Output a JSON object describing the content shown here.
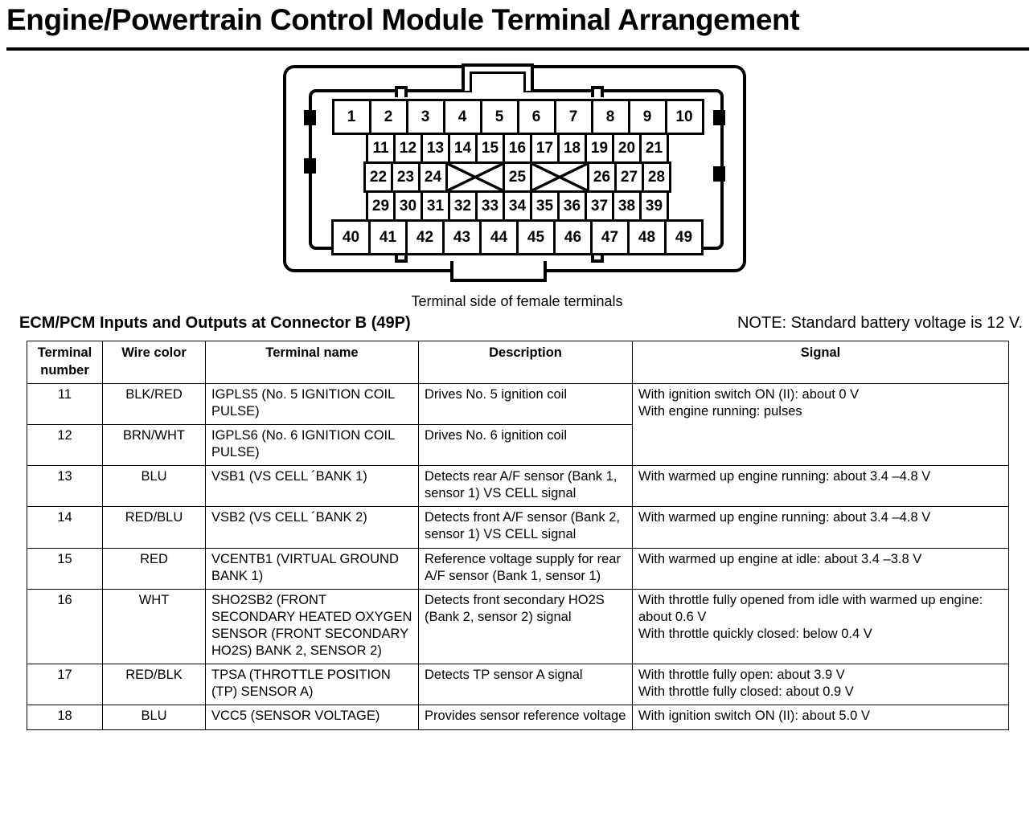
{
  "title": "Engine/Powertrain Control Module Terminal Arrangement",
  "diagram": {
    "caption": "Terminal side of female terminals",
    "rows": [
      {
        "id": "row-1",
        "pins": [
          "1",
          "2",
          "3",
          "4",
          "5",
          "6",
          "7",
          "8",
          "9",
          "10"
        ]
      },
      {
        "id": "row-2",
        "pins": [
          "11",
          "12",
          "13",
          "14",
          "15",
          "16",
          "17",
          "18",
          "19",
          "20",
          "21"
        ]
      },
      {
        "id": "row-3",
        "pins": [
          "22",
          "23",
          "24",
          "X",
          "25",
          "X",
          "26",
          "27",
          "28"
        ]
      },
      {
        "id": "row-4",
        "pins": [
          "29",
          "30",
          "31",
          "32",
          "33",
          "34",
          "35",
          "36",
          "37",
          "38",
          "39"
        ]
      },
      {
        "id": "row-5",
        "pins": [
          "40",
          "41",
          "42",
          "43",
          "44",
          "45",
          "46",
          "47",
          "48",
          "49"
        ]
      }
    ]
  },
  "section": {
    "heading": "ECM/PCM Inputs and Outputs at Connector B (49P)",
    "note": "NOTE: Standard battery voltage is 12 V."
  },
  "table": {
    "headers": {
      "terminal_number": "Terminal number",
      "wire_color": "Wire color",
      "terminal_name": "Terminal name",
      "description": "Description",
      "signal": "Signal"
    },
    "rows": [
      {
        "terminal_number": "11",
        "wire_color": "BLK/RED",
        "terminal_name": "IGPLS5 (No. 5 IGNITION COIL PULSE)",
        "description": "Drives No. 5 ignition coil",
        "signal": "With ignition switch ON (II): about 0 V\nWith engine running: pulses",
        "signal_rowspan": 2
      },
      {
        "terminal_number": "12",
        "wire_color": "BRN/WHT",
        "terminal_name": "IGPLS6 (No. 6 IGNITION COIL PULSE)",
        "description": "Drives No. 6 ignition coil",
        "signal": null,
        "signal_rowspan": 0
      },
      {
        "terminal_number": "13",
        "wire_color": "BLU",
        "terminal_name": "VSB1 (VS CELL ´BANK 1)",
        "description": "Detects rear A/F sensor (Bank 1, sensor 1) VS CELL signal",
        "signal": "With warmed up engine running: about 3.4 –4.8 V",
        "signal_rowspan": 1
      },
      {
        "terminal_number": "14",
        "wire_color": "RED/BLU",
        "terminal_name": "VSB2 (VS CELL ´BANK 2)",
        "description": "Detects front A/F sensor (Bank 2, sensor 1) VS CELL signal",
        "signal": "With warmed up engine running: about 3.4 –4.8 V",
        "signal_rowspan": 1
      },
      {
        "terminal_number": "15",
        "wire_color": "RED",
        "terminal_name": "VCENTB1 (VIRTUAL GROUND BANK 1)",
        "description": "Reference voltage supply for rear A/F sensor (Bank 1, sensor 1)",
        "signal": "With warmed up engine at idle: about 3.4 –3.8 V",
        "signal_rowspan": 1
      },
      {
        "terminal_number": "16",
        "wire_color": "WHT",
        "terminal_name": "SHO2SB2 (FRONT SECONDARY HEATED OXYGEN SENSOR (FRONT SECONDARY HO2S) BANK 2, SENSOR 2)",
        "description": "Detects front secondary HO2S (Bank 2, sensor 2) signal",
        "signal": "With throttle fully opened from idle with warmed up engine: about 0.6 V\nWith throttle quickly closed: below 0.4 V",
        "signal_rowspan": 1
      },
      {
        "terminal_number": "17",
        "wire_color": "RED/BLK",
        "terminal_name": "TPSA (THROTTLE POSITION (TP) SENSOR A)",
        "description": "Detects TP sensor A signal",
        "signal": "With throttle fully open: about 3.9 V\nWith throttle fully closed: about 0.9 V",
        "signal_rowspan": 1
      },
      {
        "terminal_number": "18",
        "wire_color": "BLU",
        "terminal_name": "VCC5 (SENSOR VOLTAGE)",
        "description": "Provides sensor reference voltage",
        "signal": "With ignition switch ON (II): about 5.0 V",
        "signal_rowspan": 1
      }
    ]
  }
}
